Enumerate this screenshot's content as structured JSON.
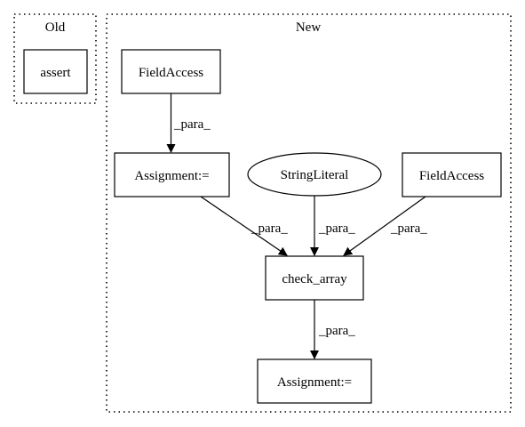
{
  "clusters": {
    "old": {
      "label": "Old"
    },
    "new": {
      "label": "New"
    }
  },
  "nodes": {
    "assert": {
      "label": "assert",
      "shape": "box"
    },
    "field_access_top": {
      "label": "FieldAccess",
      "shape": "box"
    },
    "assignment_top": {
      "label": "Assignment:=",
      "shape": "box"
    },
    "string_literal": {
      "label": "StringLiteral",
      "shape": "ellipse"
    },
    "field_access_right": {
      "label": "FieldAccess",
      "shape": "box"
    },
    "check_array": {
      "label": "check_array",
      "shape": "box"
    },
    "assignment_bottom": {
      "label": "Assignment:=",
      "shape": "box"
    }
  },
  "edges": [
    {
      "from": "FieldAccess",
      "to": "Assignment:=",
      "label": "_para_"
    },
    {
      "from": "Assignment:=",
      "to": "check_array",
      "label": "_para_"
    },
    {
      "from": "StringLiteral",
      "to": "check_array",
      "label": "_para_"
    },
    {
      "from": "FieldAccess",
      "to": "check_array",
      "label": "_para_"
    },
    {
      "from": "check_array",
      "to": "Assignment:=",
      "label": "_para_"
    }
  ],
  "colors": {
    "stroke": "#000000",
    "background": "#ffffff"
  }
}
